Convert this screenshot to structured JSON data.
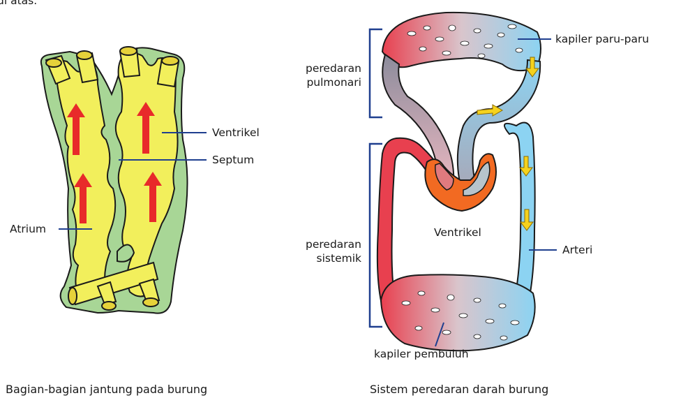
{
  "top_fragment": "di atas.",
  "left_figure": {
    "labels": {
      "ventricle": "Ventrikel",
      "septum": "Septum",
      "atrium": "Atrium"
    },
    "caption": "Bagian-bagian jantung pada burung"
  },
  "right_figure": {
    "labels": {
      "lung_capillary": "kapiler paru-paru",
      "pulmonary_line1": "peredaran",
      "pulmonary_line2": "pulmonari",
      "ventricle": "Ventrikel",
      "systemic_line1": "peredaran",
      "systemic_line2": "sistemik",
      "artery": "Arteri",
      "vessel_capillary": "kapiler pembuluh"
    },
    "caption": "Sistem peredaran darah burung"
  },
  "colors": {
    "heart_yellow": "#f2ef5c",
    "heart_green": "#a8d696",
    "arrow_red": "#e82a2a",
    "oxygenated": "#e84a55",
    "deoxygenated": "#8cd3f2",
    "heart_orange": "#f26a22",
    "flow_arrow": "#f5d21e",
    "leader_line": "#1f3f8f"
  }
}
